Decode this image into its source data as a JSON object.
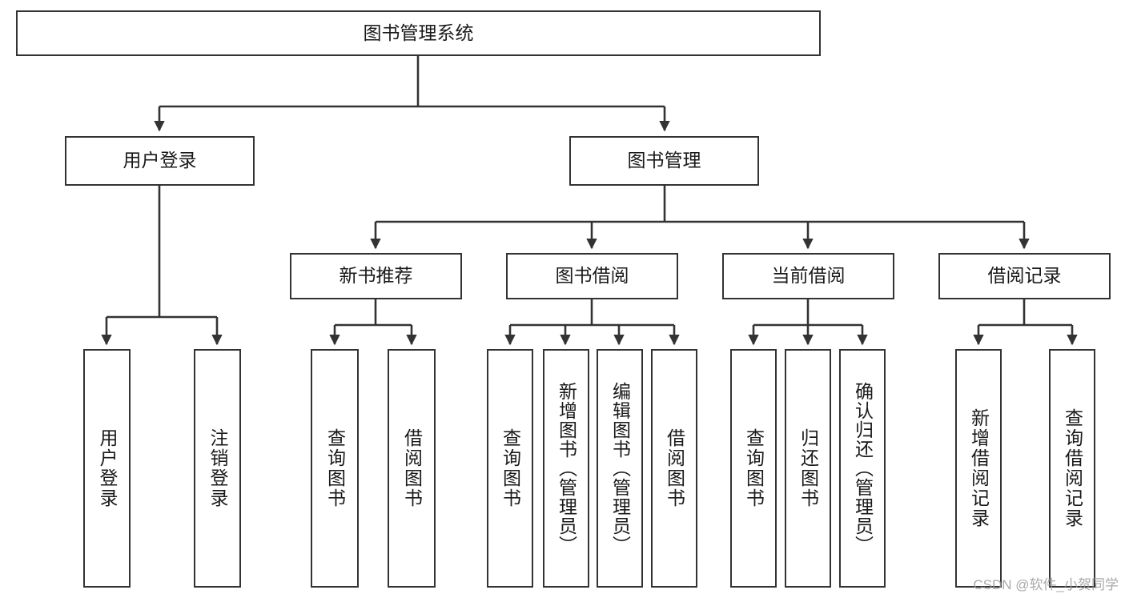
{
  "diagram": {
    "title": "图书管理系统",
    "type": "tree-hierarchy-chart",
    "watermark": "CSDN @软件_小贺同学",
    "colors": {
      "box_border": "#333333",
      "box_fill": "#ffffff",
      "connector": "#333333",
      "text": "#1a1a1a",
      "watermark": "#9b9b9b",
      "background": "#ffffff"
    },
    "root": {
      "label": "图书管理系统"
    },
    "level2": [
      {
        "label": "用户登录"
      },
      {
        "label": "图书管理"
      }
    ],
    "level3": [
      {
        "label": "新书推荐"
      },
      {
        "label": "图书借阅"
      },
      {
        "label": "当前借阅"
      },
      {
        "label": "借阅记录"
      }
    ],
    "leaves": {
      "user_login": [
        {
          "label": "用户登录"
        },
        {
          "label": "注销登录"
        }
      ],
      "new_book": [
        {
          "label": "查询图书"
        },
        {
          "label": "借阅图书"
        }
      ],
      "book_borrow": [
        {
          "label": "查询图书"
        },
        {
          "label": "新增图书（管理员）"
        },
        {
          "label": "编辑图书（管理员）"
        },
        {
          "label": "借阅图书"
        }
      ],
      "current_borrow": [
        {
          "label": "查询图书"
        },
        {
          "label": "归还图书"
        },
        {
          "label": "确认归还（管理员）"
        }
      ],
      "borrow_record": [
        {
          "label": "新增借阅记录"
        },
        {
          "label": "查询借阅记录"
        }
      ]
    }
  }
}
